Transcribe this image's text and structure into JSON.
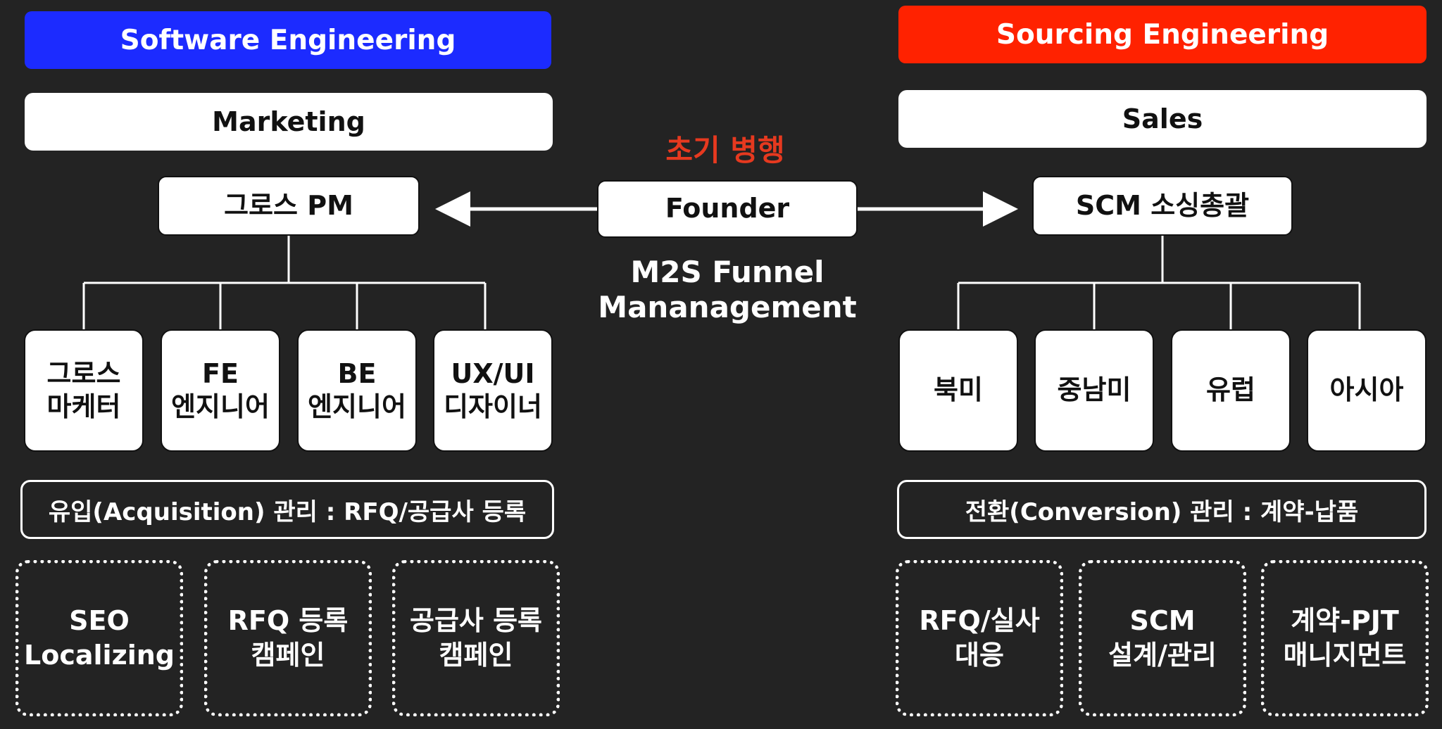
{
  "left": {
    "banner": "Software Engineering",
    "section": "Marketing",
    "head": "그로스 PM",
    "tiles": [
      "그로스\n마케터",
      "FE\n엔지니어",
      "BE\n엔지니어",
      "UX/UI\n디자이너"
    ],
    "management": "유입(Acquisition) 관리 : RFQ/공급사 등록",
    "items": [
      "SEO\nLocalizing",
      "RFQ 등록\n캠페인",
      "공급사 등록\n캠페인"
    ]
  },
  "right": {
    "banner": "Sourcing Engineering",
    "section": "Sales",
    "head": "SCM 소싱총괄",
    "tiles": [
      "북미",
      "중남미",
      "유럽",
      "아시아"
    ],
    "management": "전환(Conversion) 관리 : 계약-납품",
    "items": [
      "RFQ/실사\n대응",
      "SCM\n설계/관리",
      "계약-PJT\n매니지먼트"
    ]
  },
  "center": {
    "phase": "초기 병행",
    "founder": "Founder",
    "funnel_line1": "M2S Funnel",
    "funnel_line2": "Mananagement"
  },
  "colors": {
    "background": "#232323",
    "left_banner": "#1c2bff",
    "right_banner": "#ff2200",
    "phase_text": "#e6391f"
  }
}
